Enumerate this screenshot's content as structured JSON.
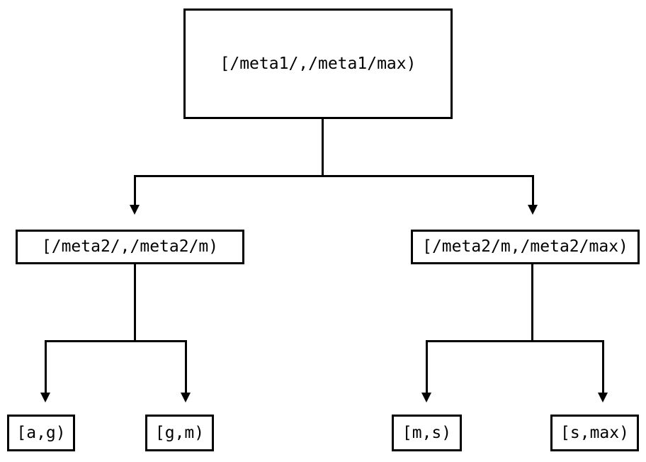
{
  "diagram": {
    "type": "tree",
    "orientation": "top-down",
    "background_color": "#ffffff",
    "line_color": "#000000",
    "text_color": "#000000",
    "levels": 3,
    "node_count": 7,
    "edge_count": 6,
    "arrow_style": "solid-triangle-down"
  },
  "nodes": {
    "root": {
      "label": "[/meta1/,/meta1/max)",
      "level": 1
    },
    "mid_left": {
      "label": "[/meta2/,/meta2/m)",
      "level": 2
    },
    "mid_right": {
      "label": "[/meta2/m,/meta2/max)",
      "level": 2
    },
    "leaf_ag": {
      "label": "[a,g)",
      "level": 3
    },
    "leaf_gm": {
      "label": "[g,m)",
      "level": 3
    },
    "leaf_ms": {
      "label": "[m,s)",
      "level": 3
    },
    "leaf_smax": {
      "label": "[s,max)",
      "level": 3
    }
  }
}
